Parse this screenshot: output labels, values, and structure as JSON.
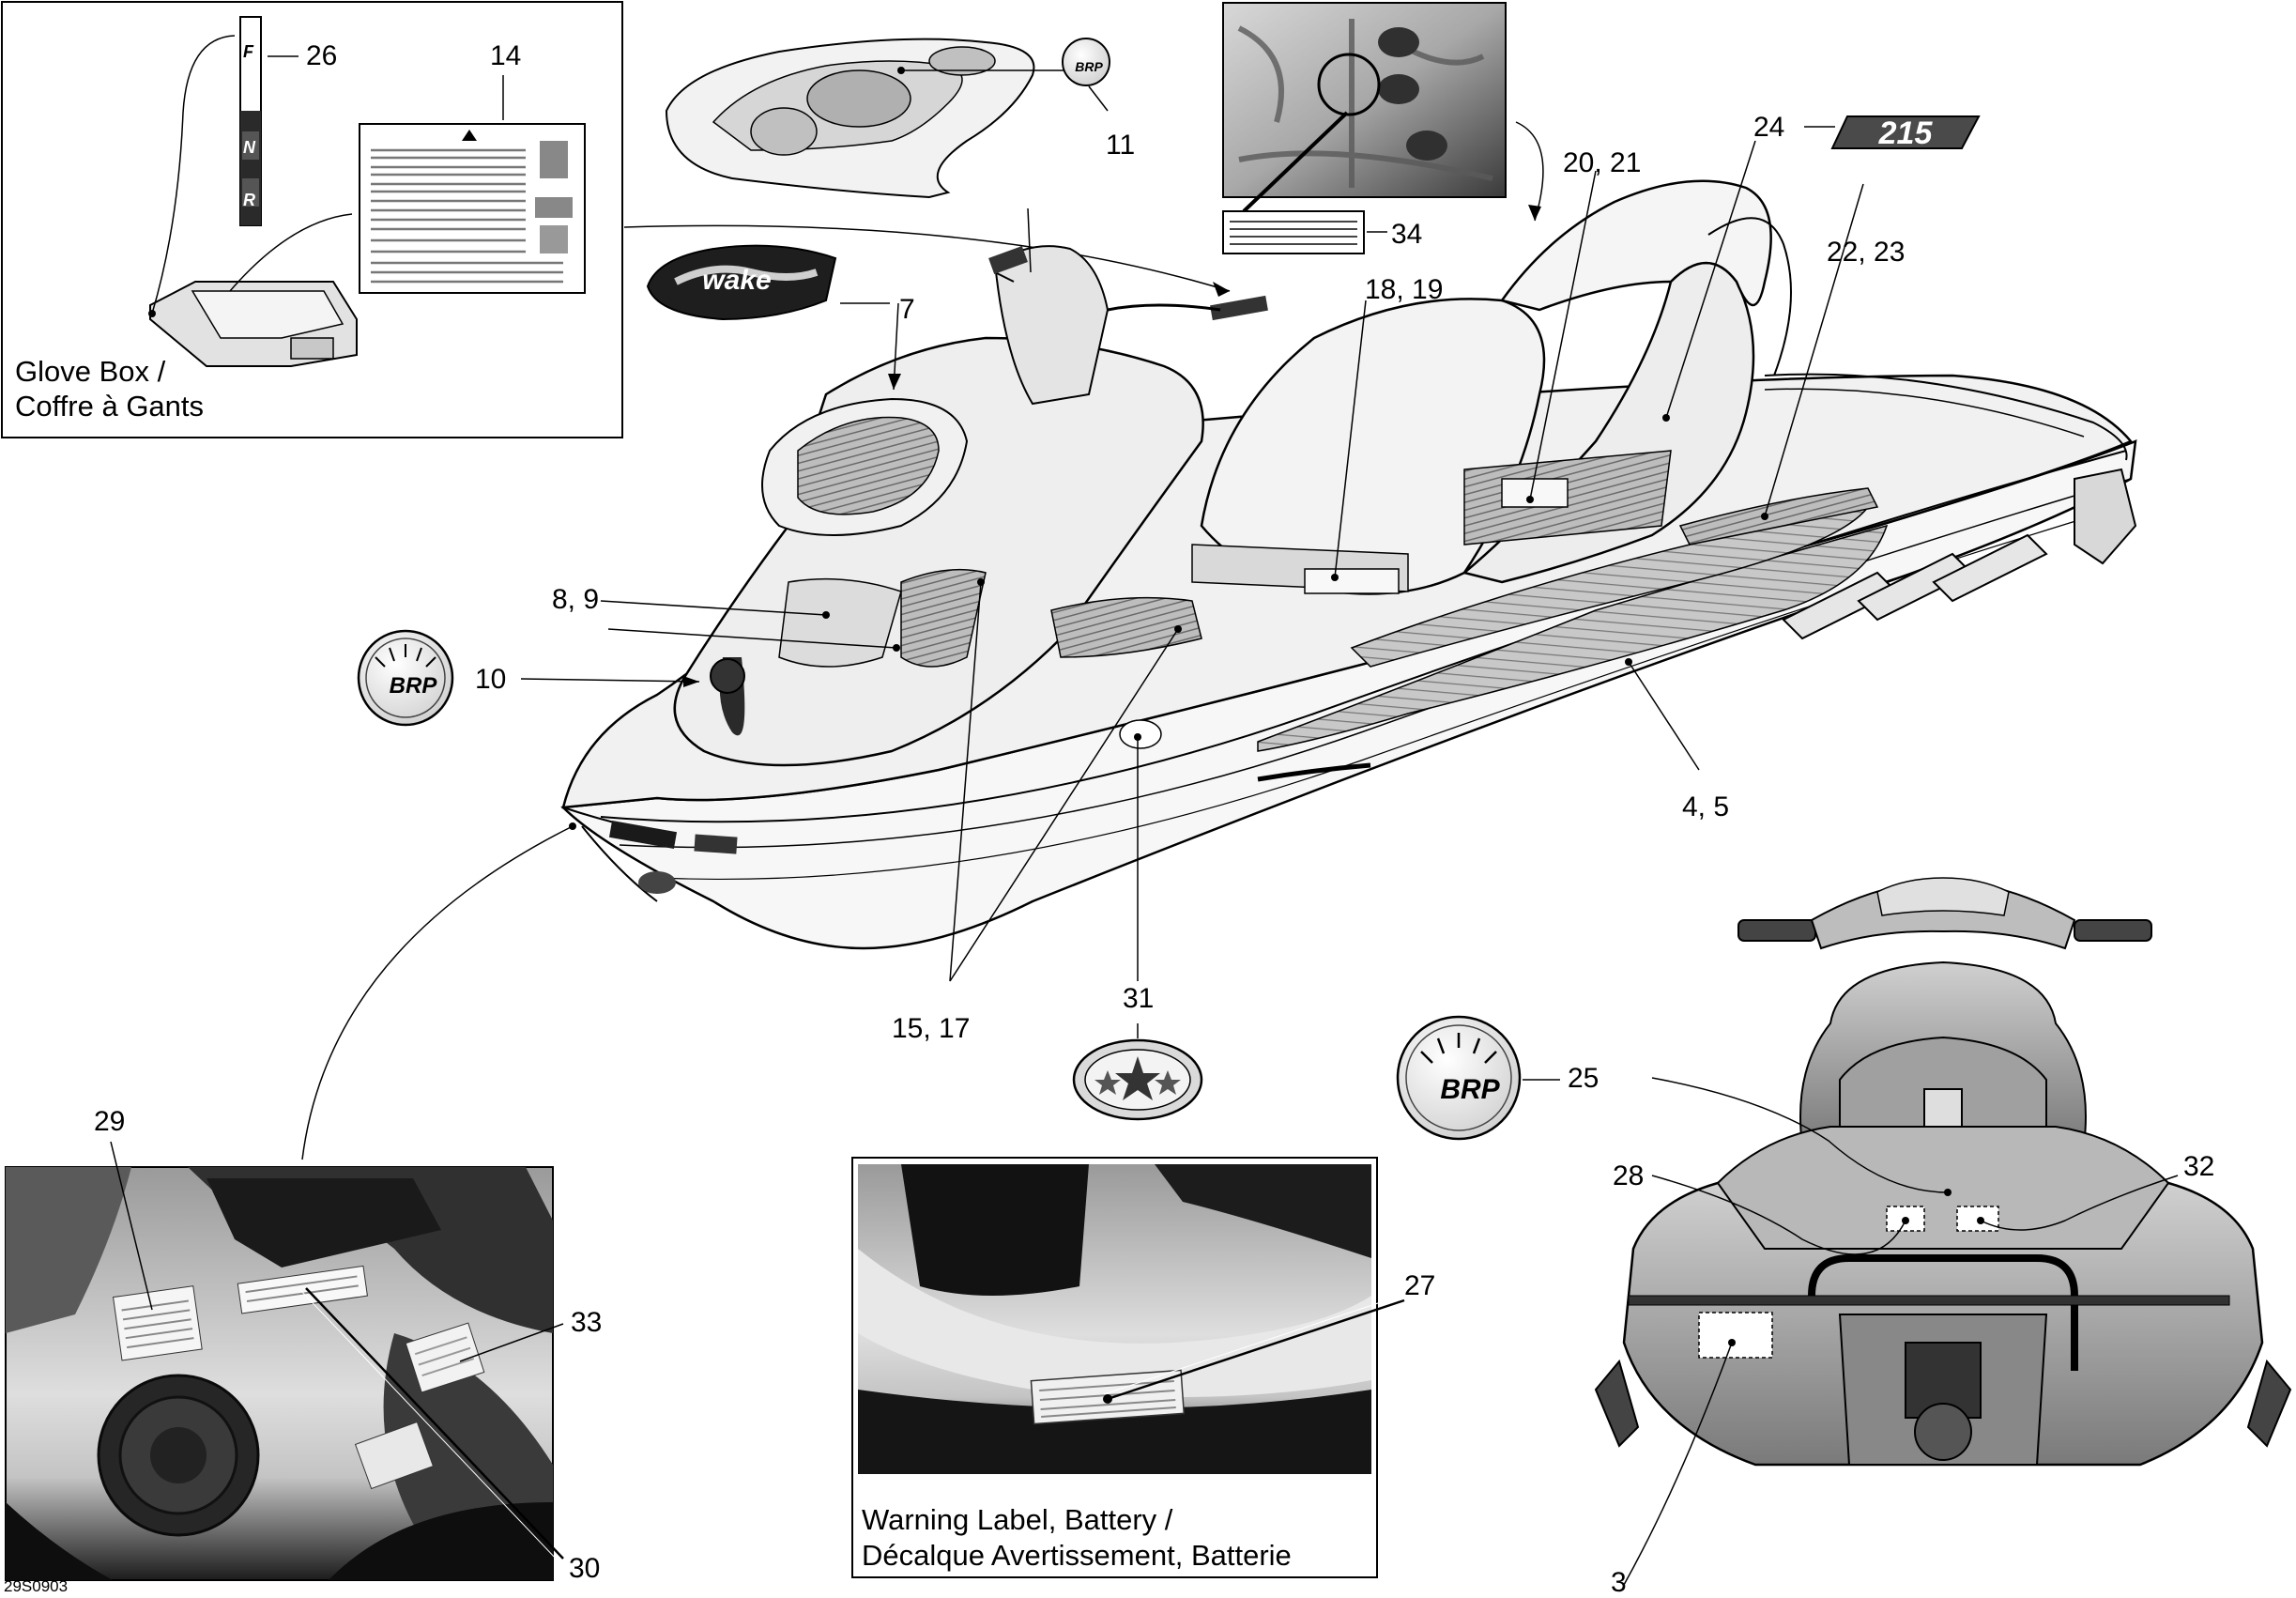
{
  "diagram_code": "29S0903",
  "captions": {
    "glove_box_line1": "Glove Box /",
    "glove_box_line2": "Coffre à Gants",
    "battery_line1": "Warning Label, Battery /",
    "battery_line2": "Décalque Avertissement, Batterie"
  },
  "callouts": {
    "c26": "26",
    "c14": "14",
    "c11": "11",
    "c7": "7",
    "c24": "24",
    "c20_21": "20, 21",
    "c22_23": "22, 23",
    "c18_19": "18, 19",
    "c34": "34",
    "c8_9": "8, 9",
    "c10": "10",
    "c4_5": "4, 5",
    "c15_17": "15, 17",
    "c31": "31",
    "c25": "25",
    "c28": "28",
    "c32": "32",
    "c3": "3",
    "c29": "29",
    "c33": "33",
    "c30": "30",
    "c27": "27"
  },
  "decals": {
    "brp": "BRP",
    "model_215": "215",
    "wake": "wake",
    "gear_f": "F",
    "gear_n": "N",
    "gear_r": "R"
  }
}
